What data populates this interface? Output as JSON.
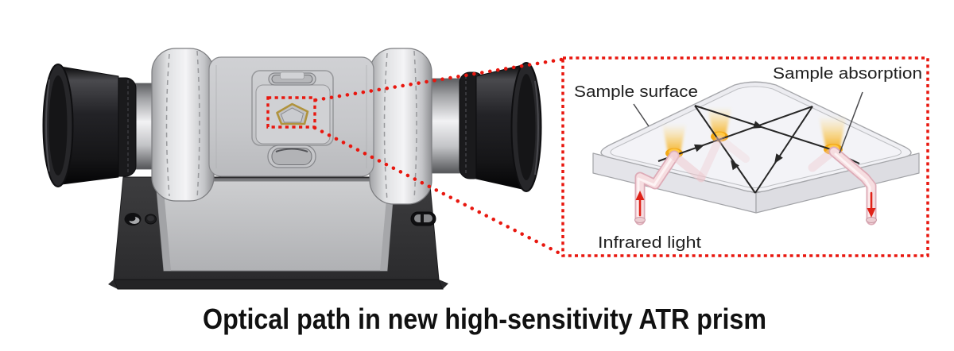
{
  "figure": {
    "caption": "Optical path in new high-sensitivity ATR prism"
  },
  "inset": {
    "label_sample_surface": "Sample surface",
    "label_sample_absorption": "Sample absorption",
    "label_infrared_light": "Infrared light"
  },
  "colors": {
    "callout_red": "#e8170f",
    "beam_black": "#262626",
    "glow_yellow": "#f3a816",
    "tube_pink": "#f6dde0",
    "arrow_red": "#e02218"
  }
}
